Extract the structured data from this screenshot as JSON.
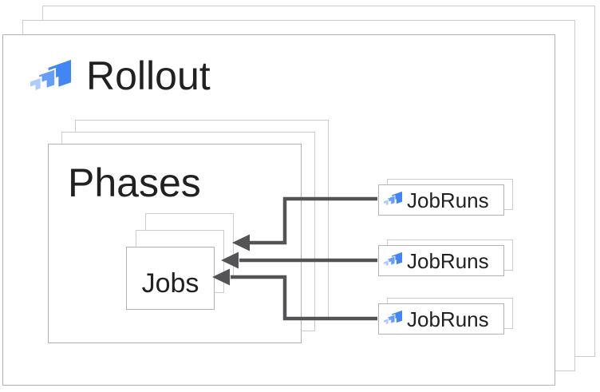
{
  "diagram": {
    "rollout": {
      "label": "Rollout",
      "icon": "cloud-deploy-icon",
      "stack_depth": 3
    },
    "phases": {
      "label": "Phases",
      "stack_depth": 3
    },
    "jobs": {
      "label": "Jobs",
      "stack_depth": 3
    },
    "jobruns": [
      {
        "label": "JobRuns",
        "icon": "cloud-deploy-icon",
        "stack_depth": 2
      },
      {
        "label": "JobRuns",
        "icon": "cloud-deploy-icon",
        "stack_depth": 2
      },
      {
        "label": "JobRuns",
        "icon": "cloud-deploy-icon",
        "stack_depth": 2
      }
    ],
    "arrows": [
      {
        "from": "jobruns-1",
        "to": "jobs-layer-back",
        "direction": "left"
      },
      {
        "from": "jobruns-2",
        "to": "jobs-layer-middle",
        "direction": "left"
      },
      {
        "from": "jobruns-3",
        "to": "jobs-layer-front",
        "direction": "left"
      }
    ]
  },
  "colors": {
    "icon_blue_dark": "#4285f4",
    "icon_blue_mid": "#669df6",
    "icon_blue_light": "#aecbfa",
    "arrow_gray": "#545456",
    "border_front": "#b3b3b3",
    "border_back": "#cccccc",
    "text": "#212121",
    "background": "#ffffff"
  }
}
